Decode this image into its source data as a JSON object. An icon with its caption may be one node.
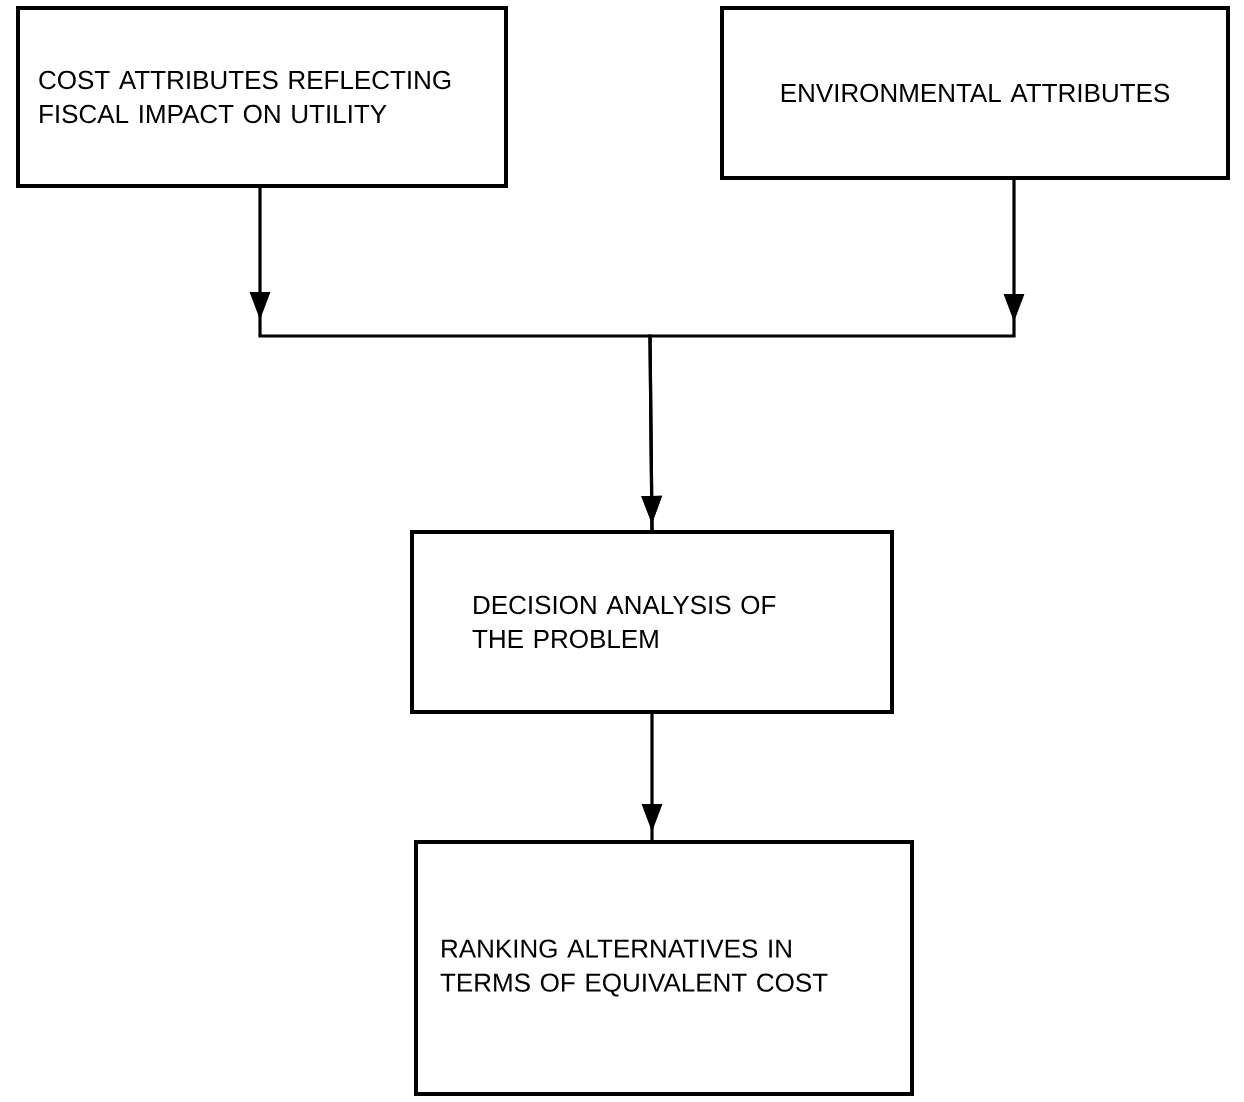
{
  "diagram": {
    "nodes": [
      {
        "text": [
          "COST ATTRIBUTES REFLECTING FISCAL IMPACT ON UTILITY"
        ]
      },
      {
        "text": [
          "ENVIRONMENTAL ATTRIBUTES"
        ]
      },
      {
        "text": [
          "DECISION ANALYSIS OF THE PROBLEM"
        ]
      },
      {
        "text": [
          "RANKING ALTERNATIVES IN TERMS OF EQUIVALENT COST"
        ]
      }
    ],
    "edges": [
      {
        "from": 0,
        "to": 2,
        "arrow": "to"
      },
      {
        "from": 1,
        "to": 2,
        "arrow": "to"
      },
      {
        "from": 2,
        "to": 3,
        "arrow": "to"
      }
    ]
  }
}
